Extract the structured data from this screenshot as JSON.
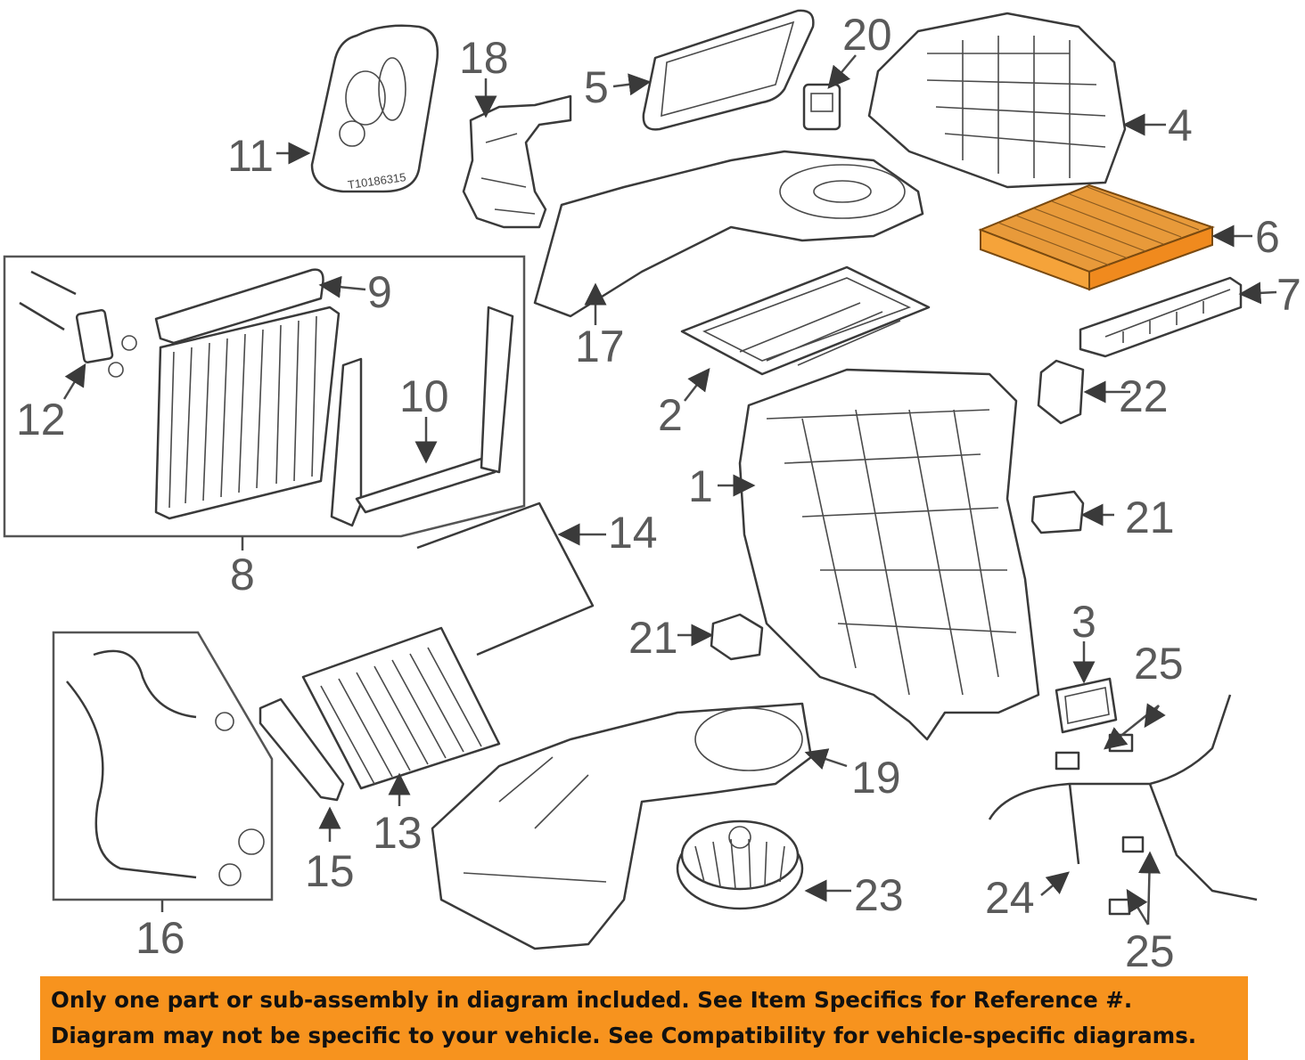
{
  "diagram": {
    "callouts": {
      "c1": "1",
      "c2": "2",
      "c3": "3",
      "c4": "4",
      "c5": "5",
      "c6": "6",
      "c7": "7",
      "c8": "8",
      "c9": "9",
      "c10": "10",
      "c11": "11",
      "c12": "12",
      "c13": "13",
      "c14": "14",
      "c15": "15",
      "c16": "16",
      "c17": "17",
      "c18": "18",
      "c19": "19",
      "c20": "20",
      "c21a": "21",
      "c21b": "21",
      "c22": "22",
      "c23": "23",
      "c24": "24",
      "c25a": "25",
      "c25b": "25"
    },
    "part_stamp": "T10186315",
    "highlight_color": "#f7931e",
    "highlighted_part": "6"
  },
  "banner": {
    "line1": "Only one part or sub-assembly in diagram included. See Item Specifics for Reference #.",
    "line2": "Diagram may not be specific to your vehicle. See Compatibility for vehicle-specific diagrams.",
    "background": "#f7931e"
  }
}
